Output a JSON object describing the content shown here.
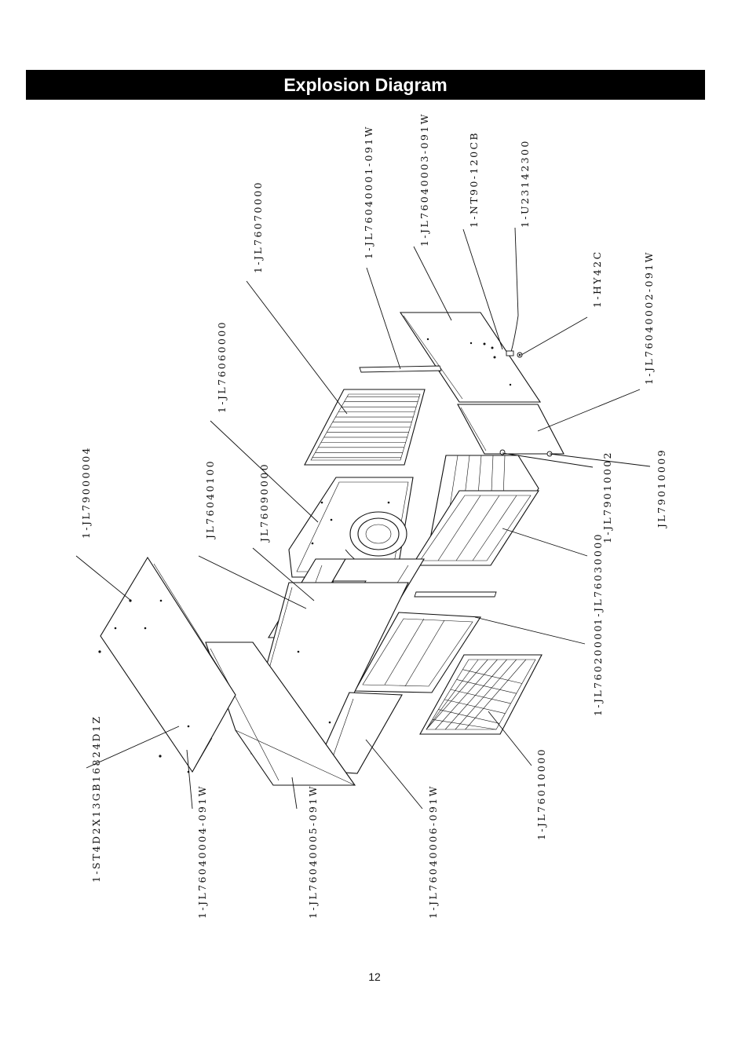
{
  "header": {
    "title": "Explosion Diagram"
  },
  "parts": [
    {
      "id": "p1",
      "code": "1-JL76040001-091W"
    },
    {
      "id": "p2",
      "code": "1-JL76040003-091W"
    },
    {
      "id": "p3",
      "code": "1-NT90-120CB"
    },
    {
      "id": "p4",
      "code": "1-U23142300"
    },
    {
      "id": "p5",
      "code": "1-JL76070000"
    },
    {
      "id": "p6",
      "code": "1-HY42C"
    },
    {
      "id": "p7",
      "code": "1-JL76040002-091W"
    },
    {
      "id": "p8",
      "code": "1-JL76060000"
    },
    {
      "id": "p9",
      "code": "1-JL79000004"
    },
    {
      "id": "p10",
      "code": "JL76040100"
    },
    {
      "id": "p11",
      "code": "JL76090000"
    },
    {
      "id": "p12",
      "code": "1-JL79010002"
    },
    {
      "id": "p13",
      "code": "JL79010009"
    },
    {
      "id": "p14",
      "code": "1-JL76030000"
    },
    {
      "id": "p15",
      "code": "1-JL76020000"
    },
    {
      "id": "p16",
      "code": "1-JL76010000"
    },
    {
      "id": "p17",
      "code": "1-ST4D2X13GB16824D1Z"
    },
    {
      "id": "p18",
      "code": "1-JL76040004-091W"
    },
    {
      "id": "p19",
      "code": "1-JL76040005-091W"
    },
    {
      "id": "p20",
      "code": "1-JL76040006-091W"
    }
  ],
  "footer": {
    "page_number": "12"
  }
}
